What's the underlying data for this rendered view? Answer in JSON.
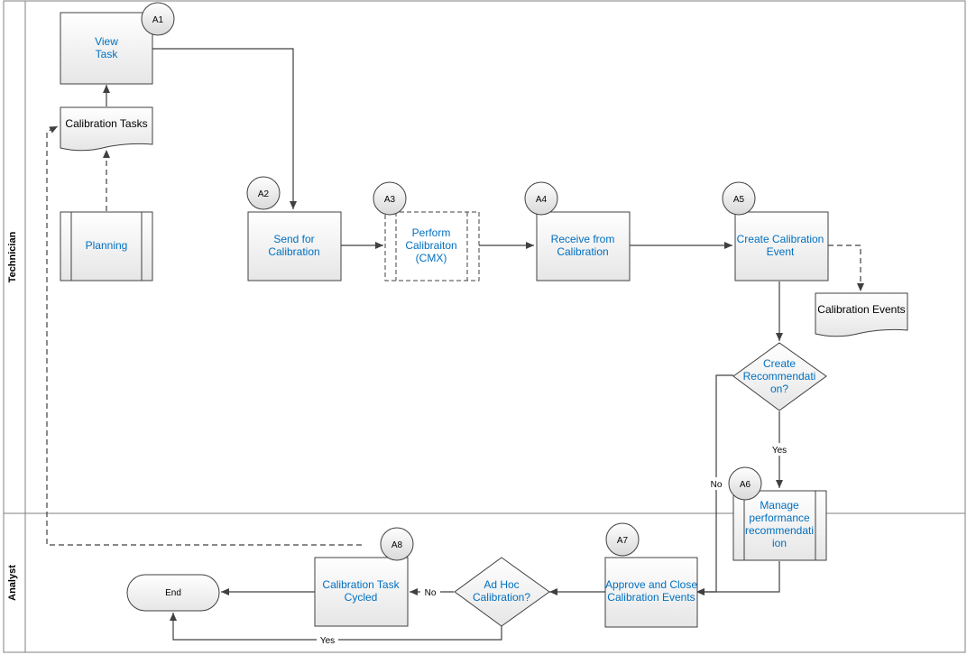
{
  "lanes": {
    "technician": "Technician",
    "analyst": "Analyst"
  },
  "steps": {
    "a1": {
      "id": "A1",
      "line1": "View",
      "line2": "Task"
    },
    "a2": {
      "id": "A2",
      "line1": "Send for",
      "line2": "Calibration"
    },
    "a3": {
      "id": "A3",
      "line1": "Perform",
      "line2": "Calibraiton",
      "line3": "(CMX)"
    },
    "a4": {
      "id": "A4",
      "line1": "Receive from",
      "line2": "Calibration"
    },
    "a5": {
      "id": "A5",
      "line1": "Create Calibration",
      "line2": "Event"
    },
    "a6": {
      "id": "A6",
      "line1": "Manage",
      "line2": "performance",
      "line3": "recommendati",
      "line4": "ion"
    },
    "a7": {
      "id": "A7",
      "line1": "Approve and Close",
      "line2": "Calibration Events"
    },
    "a8": {
      "id": "A8",
      "line1": "Calibration Task",
      "line2": "Cycled"
    }
  },
  "planning": "Planning",
  "documents": {
    "calibration_tasks": "Calibration Tasks",
    "calibration_events": "Calibration Events"
  },
  "decisions": {
    "create_recommendation": {
      "line1": "Create",
      "line2": "Recommendati",
      "line3": "on?"
    },
    "ad_hoc": {
      "line1": "Ad Hoc",
      "line2": "Calibration?"
    }
  },
  "terminal": {
    "end": "End"
  },
  "edge_labels": {
    "yes_rec": "Yes",
    "no_rec": "No",
    "no_adhoc": "No",
    "yes_adhoc": "Yes"
  }
}
